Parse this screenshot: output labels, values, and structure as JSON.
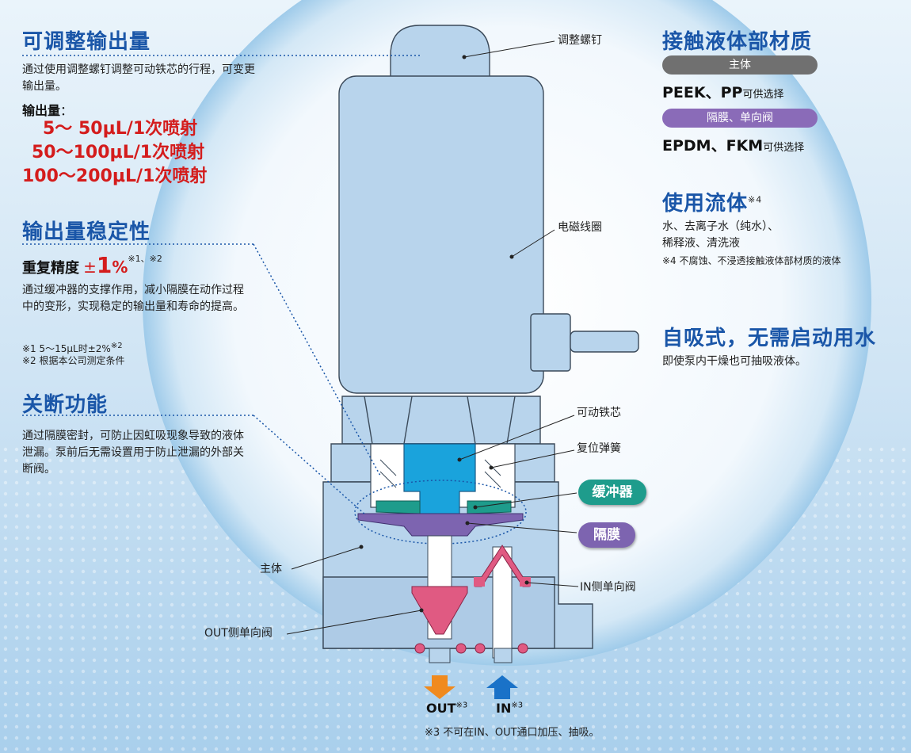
{
  "output": {
    "title": "可调整输出量",
    "desc": "通过使用调整螺钉调整可动铁芯的行程，可变更输出量。",
    "amount_label": "输出量",
    "amount_colon": "：",
    "ranges": [
      "5～ 50μL/1次喷射",
      "50～100μL/1次喷射",
      "100～200μL/1次喷射"
    ]
  },
  "stability": {
    "title": "输出量稳定性",
    "precision_label": "重复精度",
    "precision_pm": "±",
    "precision_value": "1",
    "precision_unit": "%",
    "precision_refs": "※1、※2",
    "desc": "通过缓冲器的支撑作用，减小隔膜在动作过程中的变形，实现稳定的输出量和寿命的提高。",
    "note1": "※1  5～15μL时±2%",
    "note1_ref": "※2",
    "note2": "※2  根据本公司测定条件"
  },
  "shutoff": {
    "title": "关断功能",
    "desc": "通过隔膜密封，可防止因虹吸现象导致的液体泄漏。泵前后无需设置用于防止泄漏的外部关断阀。"
  },
  "materials": {
    "title": "接触液体部材质",
    "body_pill": "主体",
    "body_main": "PEEK、PP",
    "body_suffix": "可供选择",
    "diaphragm_pill": "隔膜、单向阀",
    "diaphragm_main": "EPDM、FKM",
    "diaphragm_suffix": "可供选择"
  },
  "fluid": {
    "title": "使用流体",
    "title_ref": "※4",
    "line1": "水、去离子水（纯水）、",
    "line2": "稀释液、清洗液",
    "note": "※4  不腐蚀、不浸透接触液体部材质的液体"
  },
  "selfprime": {
    "title": "自吸式，无需启动用水",
    "desc": "即使泵内干燥也可抽吸液体。"
  },
  "labels": {
    "adjust_screw": "调整螺钉",
    "coil": "电磁线圈",
    "armature": "可动铁芯",
    "spring": "复位弹簧",
    "buffer": "缓冲器",
    "diaphragm": "隔膜",
    "body": "主体",
    "in_valve": "IN侧单向阀",
    "out_valve": "OUT侧单向阀"
  },
  "ports": {
    "out": "OUT",
    "out_ref": "※3",
    "in": "IN",
    "in_ref": "※3",
    "note": "※3  不可在IN、OUT通口加压、抽吸。"
  },
  "colors": {
    "title_blue": "#1a56a8",
    "accent_red": "#d41c1c",
    "pill_gray": "#707070",
    "pill_purple": "#8a6bb8",
    "buffer_green": "#1e9c8c",
    "diaphragm_purple": "#7d64b0",
    "armature_blue": "#1aa3dc",
    "valve_pink": "#e05a82",
    "out_arrow": "#f08a1e",
    "in_arrow": "#1a72c8"
  }
}
